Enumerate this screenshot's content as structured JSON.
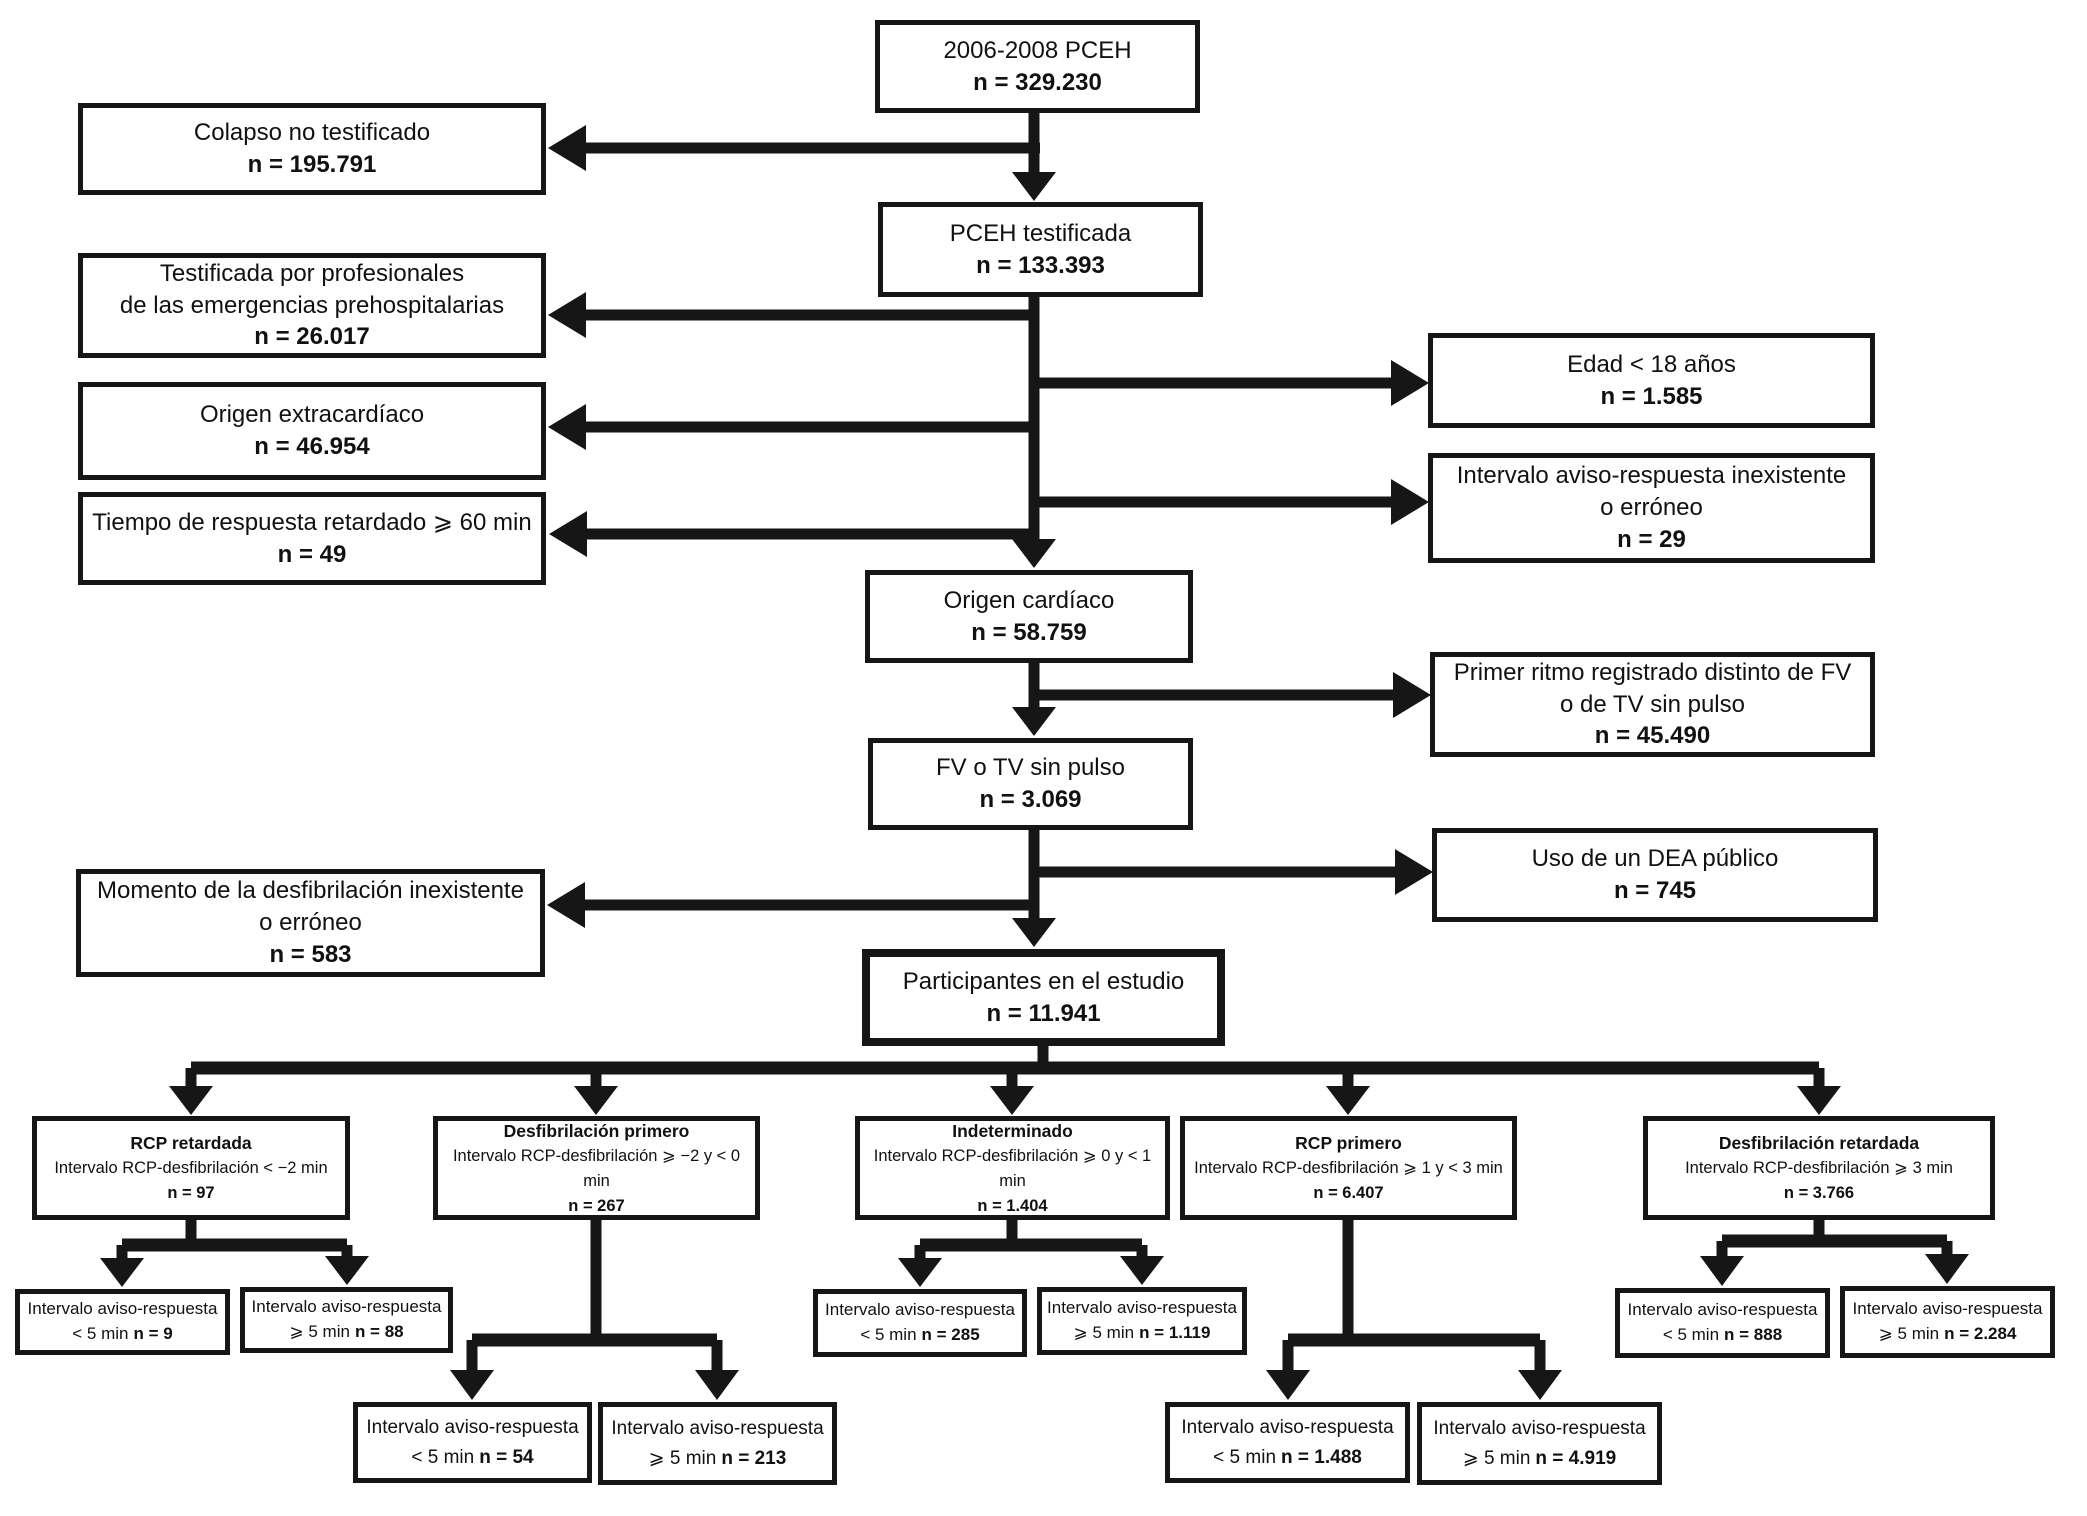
{
  "colors": {
    "line": "#161616",
    "box_border": "#161616",
    "background": "#ffffff",
    "text": "#111111"
  },
  "flowchart": {
    "main": {
      "pceh": {
        "title": "2006-2008 PCEH",
        "n": "n = 329.230"
      },
      "pceh_testificada": {
        "title": "PCEH testificada",
        "n": "n = 133.393"
      },
      "origen_cardiaco": {
        "title": "Origen cardíaco",
        "n": "n = 58.759"
      },
      "fv_tv": {
        "title": "FV o TV sin pulso",
        "n": "n = 3.069"
      },
      "participantes": {
        "title": "Participantes en el estudio",
        "n": "n = 11.941"
      }
    },
    "excluded_left": {
      "colapso": {
        "title": "Colapso no testificado",
        "n": "n = 195.791"
      },
      "testificada_prof": {
        "title": "Testificada por profesionales",
        "title2": "de las emergencias prehospitalarias",
        "n": "n = 26.017"
      },
      "extracardiaco": {
        "title": "Origen extracardíaco",
        "n": "n = 46.954"
      },
      "tiempo_respuesta": {
        "title": "Tiempo de respuesta retardado ⩾ 60 min",
        "n": "n = 49"
      },
      "momento_desfib": {
        "title": "Momento de la desfibrilación inexistente",
        "title2": "o erróneo",
        "n": "n = 583"
      }
    },
    "excluded_right": {
      "edad": {
        "title": "Edad < 18 años",
        "n": "n = 1.585"
      },
      "intervalo_inexistente": {
        "title": "Intervalo aviso-respuesta inexistente",
        "title2": "o erróneo",
        "n": "n = 29"
      },
      "primer_ritmo": {
        "title": "Primer ritmo registrado distinto de FV",
        "title2": "o de TV sin pulso",
        "n": "n = 45.490"
      },
      "dea": {
        "title": "Uso de un DEA público",
        "n": "n = 745"
      }
    },
    "groups": {
      "rcp_retardada": {
        "title": "RCP retardada",
        "subtitle": "Intervalo RCP-desfibrilación < −2 min",
        "n": "n = 97"
      },
      "desfib_primero": {
        "title": "Desfibrilación primero",
        "subtitle": "Intervalo RCP-desfibrilación ⩾ −2 y < 0 min",
        "n": "n = 267"
      },
      "indeterminado": {
        "title": "Indeterminado",
        "subtitle": "Intervalo RCP-desfibrilación ⩾ 0 y < 1 min",
        "n": "n = 1.404"
      },
      "rcp_primero": {
        "title": "RCP primero",
        "subtitle": "Intervalo RCP-desfibrilación ⩾ 1 y < 3 min",
        "n": "n = 6.407"
      },
      "desfib_retardada": {
        "title": "Desfibrilación retardada",
        "subtitle": "Intervalo RCP-desfibrilación ⩾ 3 min",
        "n": "n = 3.766"
      }
    },
    "interval_boxes": {
      "label": "Intervalo aviso-respuesta",
      "rcp_retardada": {
        "lt5": {
          "cond": "< 5 min",
          "n": "n = 9"
        },
        "gte5": {
          "cond": "⩾ 5 min",
          "n": "n = 88"
        }
      },
      "desfib_primero": {
        "lt5": {
          "cond": "< 5 min",
          "n": "n = 54"
        },
        "gte5": {
          "cond": "⩾ 5 min",
          "n": "n = 213"
        }
      },
      "indeterminado": {
        "lt5": {
          "cond": "< 5 min",
          "n": "n = 285"
        },
        "gte5": {
          "cond": "⩾ 5 min",
          "n": "n = 1.119"
        }
      },
      "rcp_primero": {
        "lt5": {
          "cond": "< 5 min",
          "n": "n = 1.488"
        },
        "gte5": {
          "cond": "⩾ 5 min",
          "n": "n = 4.919"
        }
      },
      "desfib_retardada": {
        "lt5": {
          "cond": "< 5 min",
          "n": "n = 888"
        },
        "gte5": {
          "cond": "⩾ 5 min",
          "n": "n = 2.284"
        }
      }
    }
  }
}
